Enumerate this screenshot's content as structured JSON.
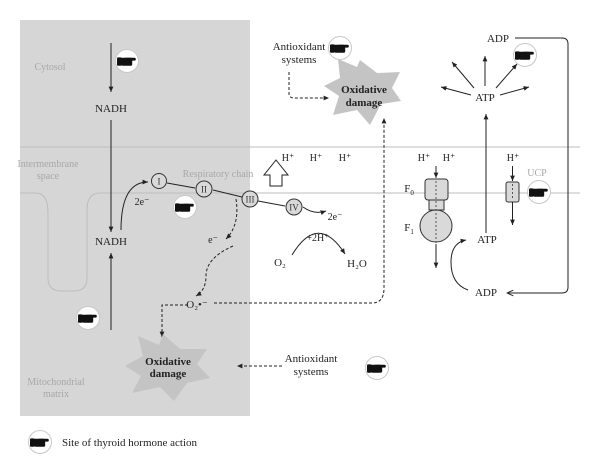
{
  "compartments": {
    "cytosol": "Cytosol",
    "intermembrane_1": "Intermembrane",
    "intermembrane_2": "space",
    "mito_matrix_1": "Mitochondrial",
    "mito_matrix_2": "matrix"
  },
  "metabolites": {
    "nadh_top": "NADH",
    "nadh_bottom": "NADH",
    "two_e_left": "2e⁻",
    "e_minus": "e⁻",
    "two_e_right": "2e⁻",
    "plus_2h": "+2H⁺",
    "o2": "O₂",
    "h2o": "H₂O",
    "superoxide": "O₂•⁻",
    "atp_top": "ATP",
    "adp_top": "ADP",
    "atp_mid": "ATP",
    "adp_bottom": "ADP"
  },
  "protons": {
    "h1": "H⁺",
    "h2": "H⁺",
    "h3": "H⁺",
    "h4": "H⁺",
    "h5": "H⁺",
    "h_ucp": "H⁺"
  },
  "respiratory_chain": {
    "label": "Respiratory chain",
    "complexes": [
      "I",
      "II",
      "III",
      "IV"
    ]
  },
  "atp_synthase": {
    "f0": "F",
    "f0_sub": "0",
    "f1": "F",
    "f1_sub": "1"
  },
  "ucp": {
    "label": "UCP"
  },
  "damage_top": {
    "line1": "Oxidative",
    "line2": "damage"
  },
  "damage_bottom": {
    "line1": "Oxidative",
    "line2": "damage"
  },
  "antioxidant_top": {
    "line1": "Antioxidant",
    "line2": "systems"
  },
  "antioxidant_bottom": {
    "line1": "Antioxidant",
    "line2": "systems"
  },
  "legend": {
    "text": "Site of thyroid hormone action",
    "icon": "pointing-hand-icon"
  },
  "colors": {
    "matrix_shade": "#d6d6d6",
    "membrane": "#bdbdbd",
    "starburst": "#c4c4c4",
    "complex_fill": "#d9d9d9",
    "gray_label": "#a8a8a8"
  }
}
